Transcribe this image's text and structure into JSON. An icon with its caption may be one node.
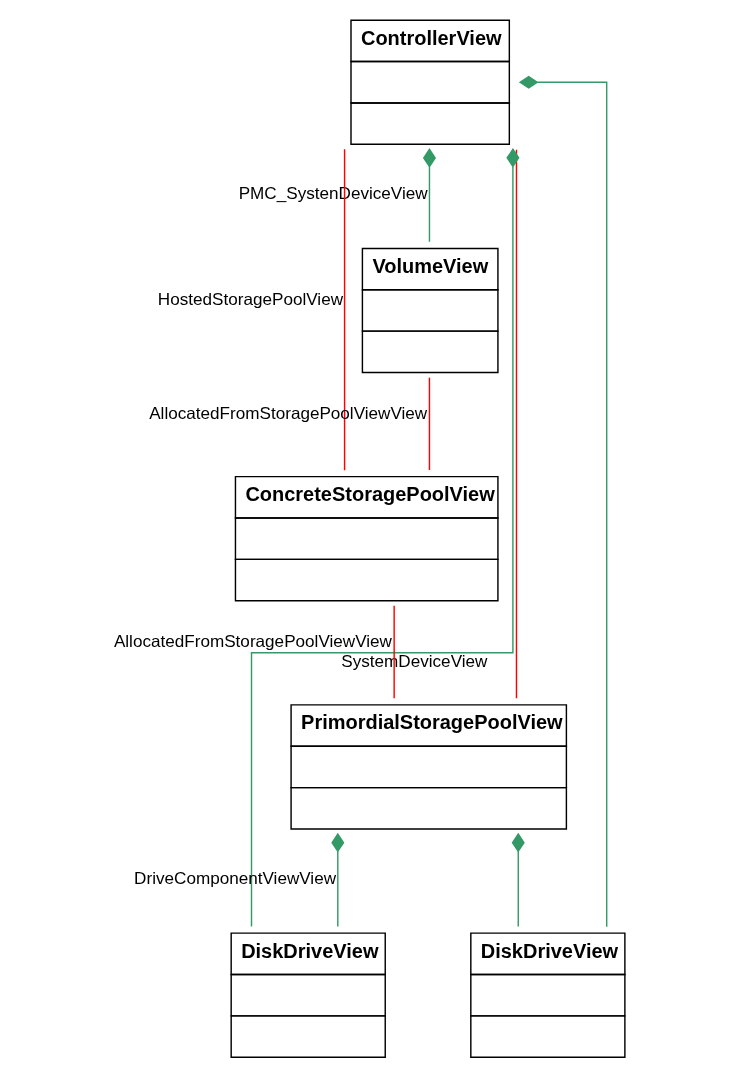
{
  "diagram": {
    "nodes": [
      {
        "text": [
          "ControllerView"
        ]
      },
      {
        "text": [
          "VolumeView"
        ]
      },
      {
        "text": [
          "ConcreteStoragePoolView"
        ]
      },
      {
        "text": [
          "PrimordialStoragePoolView"
        ]
      },
      {
        "text": [
          "DiskDriveView"
        ]
      },
      {
        "text": [
          "DiskDriveView"
        ]
      }
    ],
    "edges": [
      {
        "from": 0,
        "to": 1,
        "arrow": "other",
        "label": "PMC_SystenDeviceView"
      },
      {
        "from": 0,
        "to": 2,
        "arrow": "none",
        "label": "HostedStoragePoolView",
        "color": "#ff0000"
      },
      {
        "from": 0,
        "to": 3,
        "arrow": "none",
        "color": "#ff0000"
      },
      {
        "from": 1,
        "to": 2,
        "arrow": "none",
        "label": "AllocatedFromStoragePoolViewView",
        "color": "#ff0000"
      },
      {
        "from": 2,
        "to": 3,
        "arrow": "none",
        "label": "AllocatedFromStoragePoolViewView",
        "color": "#ff0000"
      },
      {
        "from": 0,
        "to": 4,
        "arrow": "other",
        "label": "SystemDeviceView"
      },
      {
        "from": 0,
        "to": 5,
        "arrow": "other"
      },
      {
        "from": 3,
        "to": 4,
        "arrow": "other",
        "label": "DriveComponentViewView"
      },
      {
        "from": 3,
        "to": 5,
        "arrow": "other"
      }
    ]
  }
}
